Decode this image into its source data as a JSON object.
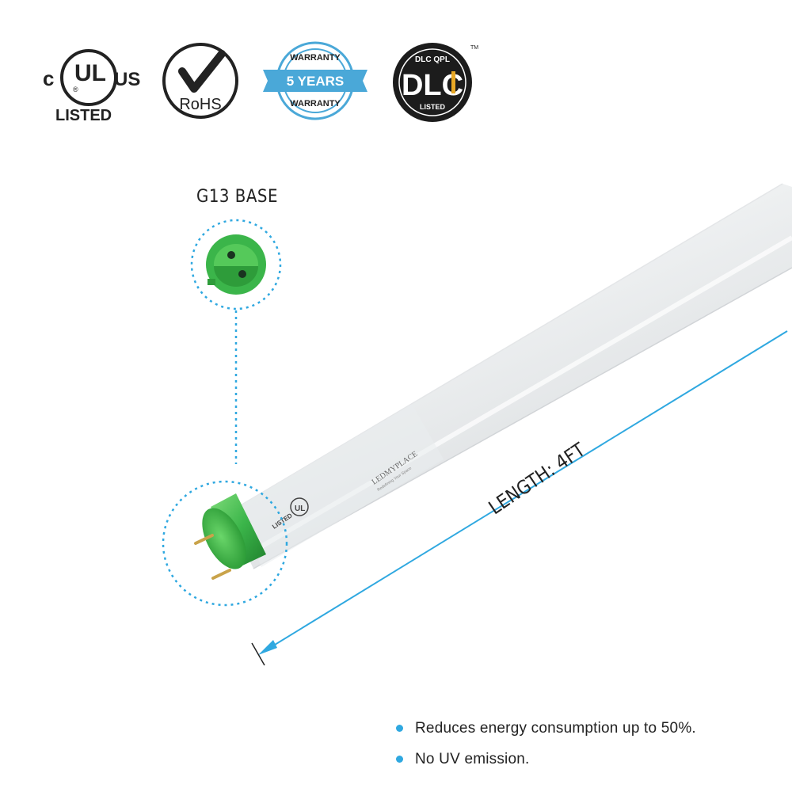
{
  "certifications": {
    "ul": {
      "c": "c",
      "mark": "UL",
      "r": "®",
      "us": "US",
      "listed": "LISTED"
    },
    "rohs": {
      "text": "RoHS"
    },
    "warranty": {
      "top": "WARRANTY",
      "years": "5 YEARS",
      "bottom": "WARRANTY"
    },
    "dlc": {
      "top": "DLC QPL",
      "mark": "DLC",
      "bottom": "LISTED",
      "tm": "TM"
    }
  },
  "product": {
    "base_label": "G13 BASE",
    "length_label": "LENGTH: 4FT",
    "tube_brand": "LEDMYPLACE",
    "tube_tagline": "Redefining Your Space",
    "tube_ul_mark": "UL",
    "tube_ul_listed": "LISTED"
  },
  "features": [
    "Reduces energy consumption up to 50%.",
    "No UV emission."
  ],
  "colors": {
    "accent_blue": "#2fa8e0",
    "cap_green": "#3bb54a",
    "dark": "#222222",
    "dlc_gold": "#e8a825"
  }
}
